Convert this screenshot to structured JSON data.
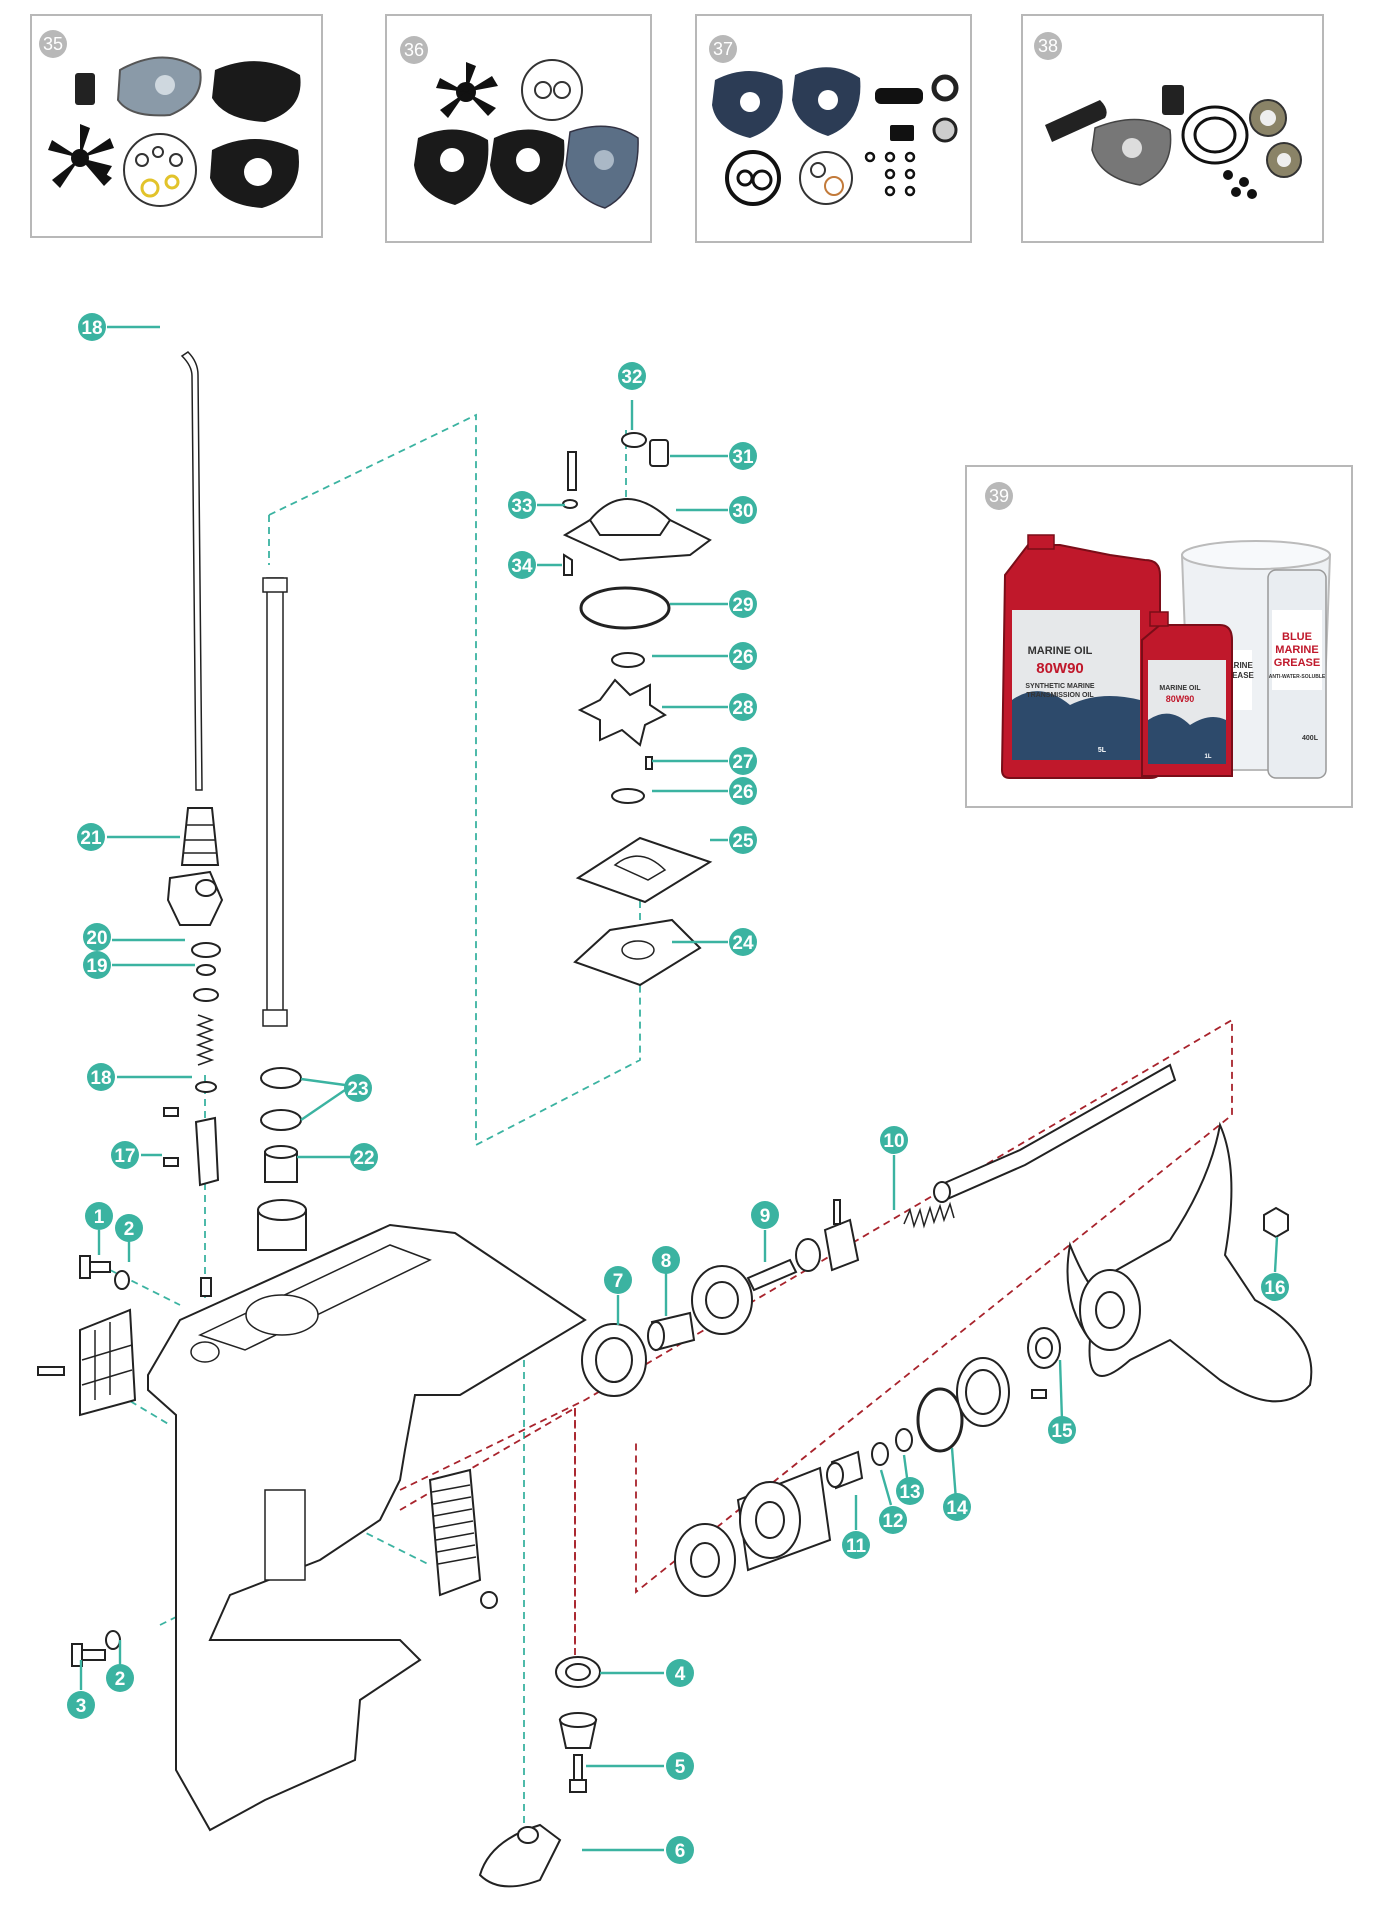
{
  "kits": [
    {
      "number": "35"
    },
    {
      "number": "36"
    },
    {
      "number": "37"
    },
    {
      "number": "38"
    },
    {
      "number": "39",
      "products": {
        "big_jug": {
          "line1": "MARINE OIL",
          "line2": "80W90",
          "line3": "SYNTHETIC MARINE",
          "line4": "TRANSMISSION OIL",
          "size": "5L"
        },
        "small_jug": {
          "line1": "MARINE OIL",
          "line2": "80W90",
          "size": "1L"
        },
        "bucket": {
          "line1": "MARINE",
          "line2": "GREASE"
        },
        "tube": {
          "line1": "BLUE",
          "line2": "MARINE",
          "line3": "GREASE",
          "line4": "ANTI-WATER-SOLUBLE",
          "size": "400L"
        }
      }
    }
  ],
  "callouts": [
    {
      "id": "c1",
      "label": "1"
    },
    {
      "id": "c2a",
      "label": "2"
    },
    {
      "id": "c2b",
      "label": "2"
    },
    {
      "id": "c3",
      "label": "3"
    },
    {
      "id": "c4",
      "label": "4"
    },
    {
      "id": "c5",
      "label": "5"
    },
    {
      "id": "c6",
      "label": "6"
    },
    {
      "id": "c7",
      "label": "7"
    },
    {
      "id": "c8",
      "label": "8"
    },
    {
      "id": "c9",
      "label": "9"
    },
    {
      "id": "c10",
      "label": "10"
    },
    {
      "id": "c11",
      "label": "11"
    },
    {
      "id": "c12",
      "label": "12"
    },
    {
      "id": "c13",
      "label": "13"
    },
    {
      "id": "c14",
      "label": "14"
    },
    {
      "id": "c15",
      "label": "15"
    },
    {
      "id": "c16",
      "label": "16"
    },
    {
      "id": "c17",
      "label": "17"
    },
    {
      "id": "c18a",
      "label": "18"
    },
    {
      "id": "c18b",
      "label": "18"
    },
    {
      "id": "c19",
      "label": "19"
    },
    {
      "id": "c20",
      "label": "20"
    },
    {
      "id": "c21",
      "label": "21"
    },
    {
      "id": "c22",
      "label": "22"
    },
    {
      "id": "c23",
      "label": "23"
    },
    {
      "id": "c24",
      "label": "24"
    },
    {
      "id": "c25",
      "label": "25"
    },
    {
      "id": "c26a",
      "label": "26"
    },
    {
      "id": "c26b",
      "label": "26"
    },
    {
      "id": "c27",
      "label": "27"
    },
    {
      "id": "c28",
      "label": "28"
    },
    {
      "id": "c29",
      "label": "29"
    },
    {
      "id": "c30",
      "label": "30"
    },
    {
      "id": "c31",
      "label": "31"
    },
    {
      "id": "c32",
      "label": "32"
    },
    {
      "id": "c33",
      "label": "33"
    },
    {
      "id": "c34",
      "label": "34"
    }
  ],
  "colors": {
    "callout": "#3bb3a1",
    "badge": "#b8b8b8",
    "dash_teal": "#3bb3a1",
    "dash_red": "#a8232c",
    "oil_red": "#c0182b"
  }
}
